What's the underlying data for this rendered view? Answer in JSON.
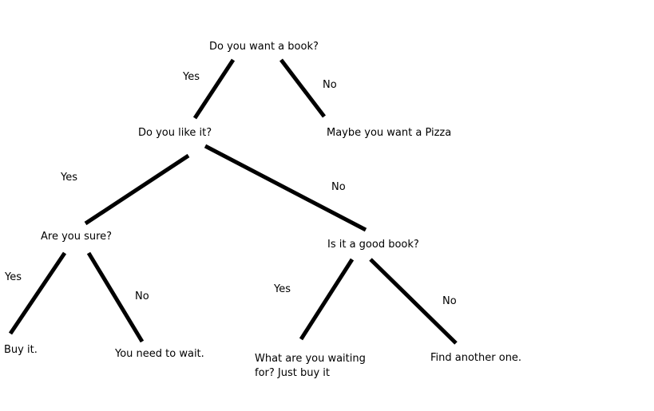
{
  "nodes": {
    "root": "Do you want a book?",
    "like_it": "Do you like it?",
    "pizza": "Maybe you want a Pizza",
    "are_you_sure": "Are you sure?",
    "good_book": "Is it a good book?",
    "buy_it": "Buy it.",
    "need_to_wait": "You need to wait.",
    "waiting_for": "What are you waiting for? Just buy it",
    "find_another": "Find another one."
  },
  "edge_labels": {
    "root_yes": "Yes",
    "root_no": "No",
    "like_yes": "Yes",
    "like_no": "No",
    "sure_yes": "Yes",
    "sure_no": "No",
    "good_yes": "Yes",
    "good_no": "No"
  },
  "colors": {
    "line": "#000000",
    "text": "#000000",
    "background": "#ffffff"
  }
}
